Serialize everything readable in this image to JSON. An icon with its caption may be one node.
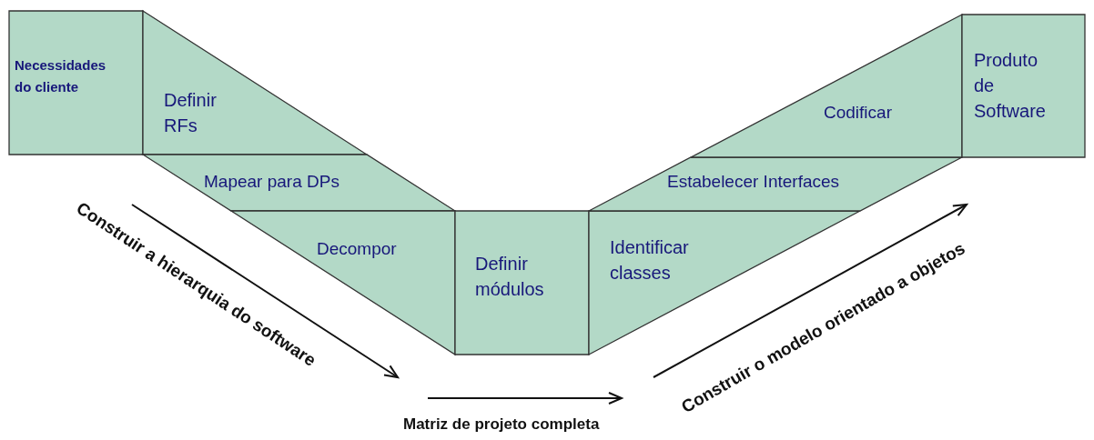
{
  "diagram": {
    "nodes": [
      {
        "text": [
          "Necessidades do cliente"
        ]
      },
      {
        "text": [
          "Definir RFs"
        ]
      },
      {
        "text": [
          "Mapear para DPs"
        ]
      },
      {
        "text": [
          "Decompor"
        ]
      },
      {
        "text": [
          "Definir módulos"
        ]
      },
      {
        "text": [
          "Identificar classes"
        ]
      },
      {
        "text": [
          "Estabelecer Interfaces"
        ]
      },
      {
        "text": [
          "Codificar"
        ]
      },
      {
        "text": [
          "Produto de Software"
        ]
      }
    ],
    "labels": [
      "Construir a hierarquia do software",
      "Matriz de projeto completa",
      "Construir o modelo orientado a objetos"
    ]
  }
}
